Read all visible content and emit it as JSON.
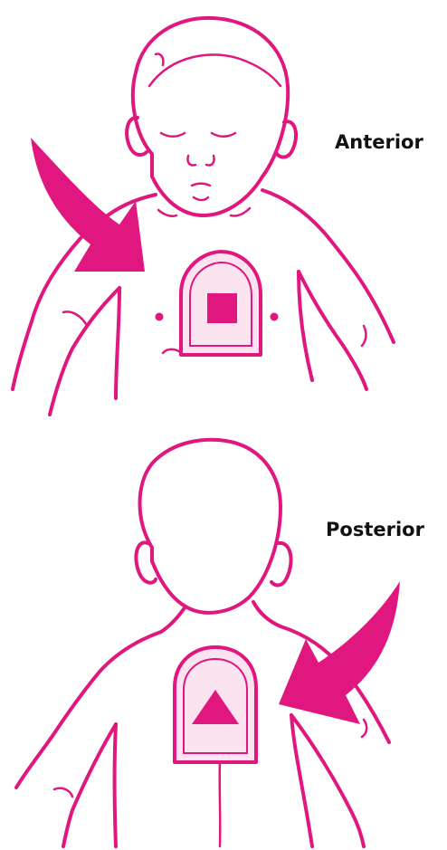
{
  "colors": {
    "ink": "#e0177f",
    "pad_fill": "#fbe3f0",
    "label_text": "#111111",
    "background": "#ffffff"
  },
  "labels": {
    "anterior": "Anterior",
    "posterior": "Posterior"
  },
  "pad_symbols": {
    "anterior": "square",
    "posterior": "triangle"
  }
}
